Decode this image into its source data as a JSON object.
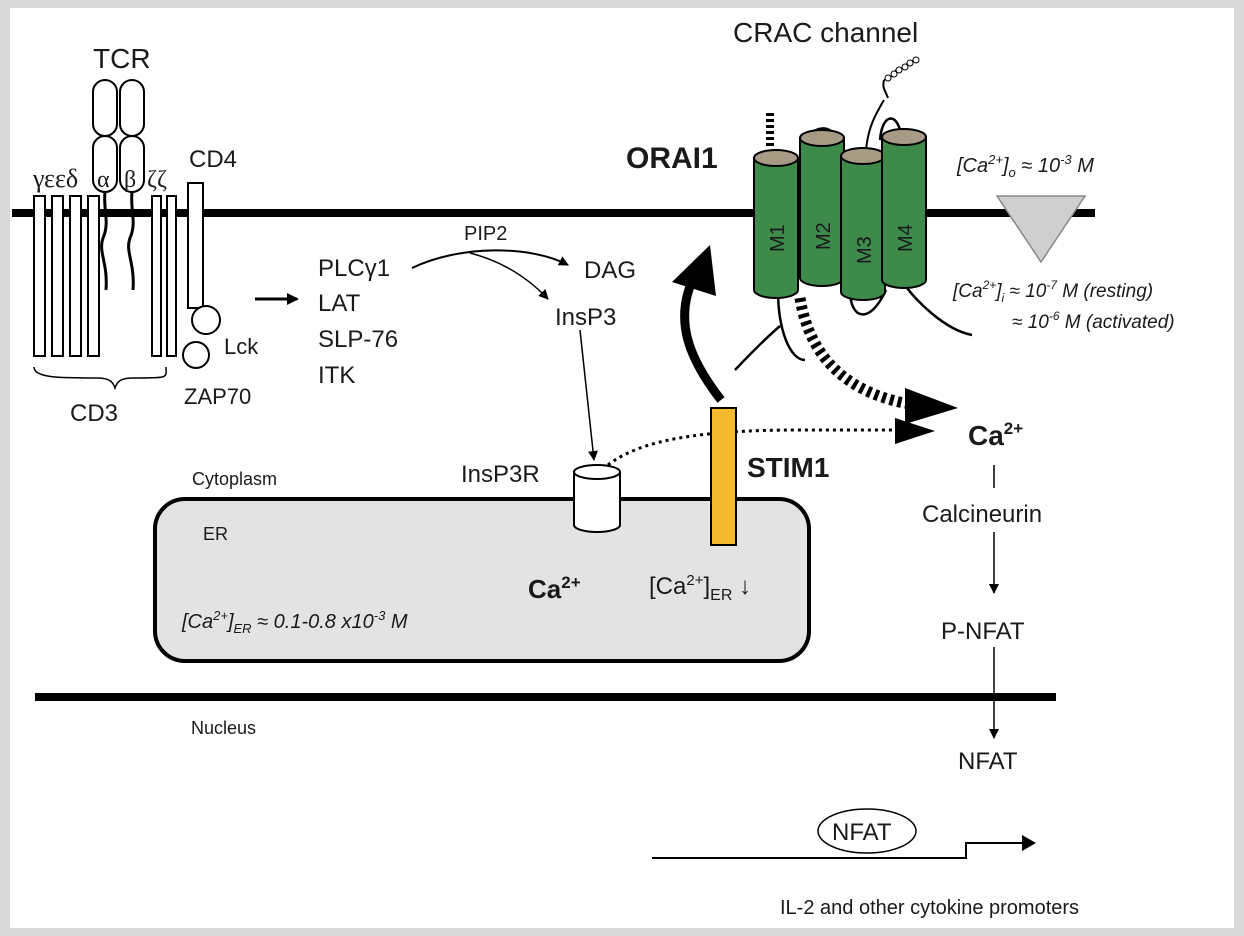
{
  "labels": {
    "tcr": "TCR",
    "cd3_chains": "γεεδ",
    "alpha": "α",
    "beta": "β",
    "zeta": "ζζ",
    "cd4": "CD4",
    "cd3": "CD3",
    "lck": "Lck",
    "zap70": "ZAP70",
    "plc": "PLCγ1",
    "lat": "LAT",
    "slp76": "SLP-76",
    "itk": "ITK",
    "pip2": "PIP2",
    "dag": "DAG",
    "insp3": "InsP3",
    "insp3r": "InsP3R",
    "cytoplasm": "Cytoplasm",
    "er": "ER",
    "er_ca": "Ca",
    "er_ca_sup": "2+",
    "er_conc_pre": "[Ca",
    "er_conc_sup": "2+",
    "er_conc_sub": "ER",
    "er_conc_post": " ≈ 0.1-0.8 x10",
    "er_conc_exp": "-3",
    "er_conc_unit": " M",
    "er_depl_pre": "[Ca",
    "er_depl_sup": "2+",
    "er_depl_mid": "]",
    "er_depl_sub": "ER",
    "er_depl_arrow": " ↓",
    "stim1": "STIM1",
    "orai1": "ORAI1",
    "crac": "CRAC channel",
    "m1": "M1",
    "m2": "M2",
    "m3": "M3",
    "m4": "M4",
    "ca_out_pre": "[Ca",
    "ca_out_sup": "2+",
    "ca_out_sub": "o",
    "ca_out_post": " ≈ 10",
    "ca_out_exp": "-3",
    "ca_out_unit": " M",
    "ca_in_pre": "[Ca",
    "ca_in_sup": "2+",
    "ca_in_sub": "i",
    "ca_in_post": " ≈ 10",
    "ca_in_exp": "-7",
    "ca_in_unit": " M (resting)",
    "ca_act_pre": "≈ 10",
    "ca_act_exp": "-6",
    "ca_act_unit": " M (activated)",
    "ca": "Ca",
    "ca_sup": "2+",
    "calcineurin": "Calcineurin",
    "pnfat": "P-NFAT",
    "nfat": "NFAT",
    "nfat_promoter": "NFAT",
    "nucleus": "Nucleus",
    "promoters": "IL-2 and other cytokine promoters"
  },
  "colors": {
    "orai_green": "#3d8a4a",
    "orai_top": "#a89b86",
    "stim_yellow": "#f2b82e",
    "er_gray": "#e3e3e3",
    "gradient_gray": "#cfcfcf"
  }
}
